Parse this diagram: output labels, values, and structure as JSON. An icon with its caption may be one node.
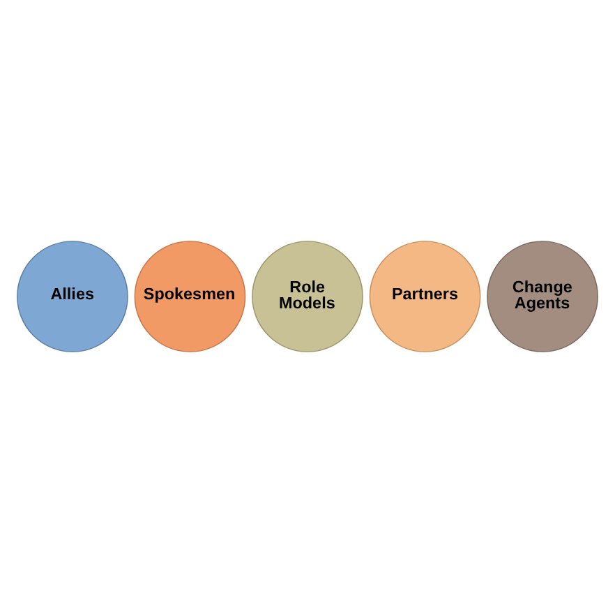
{
  "diagram": {
    "nodes": [
      {
        "text": [
          "Allies"
        ]
      },
      {
        "text": [
          "Spokesmen"
        ]
      },
      {
        "text": [
          "Role Models"
        ]
      },
      {
        "text": [
          "Partners"
        ]
      },
      {
        "text": [
          "Change Agents"
        ]
      }
    ]
  }
}
